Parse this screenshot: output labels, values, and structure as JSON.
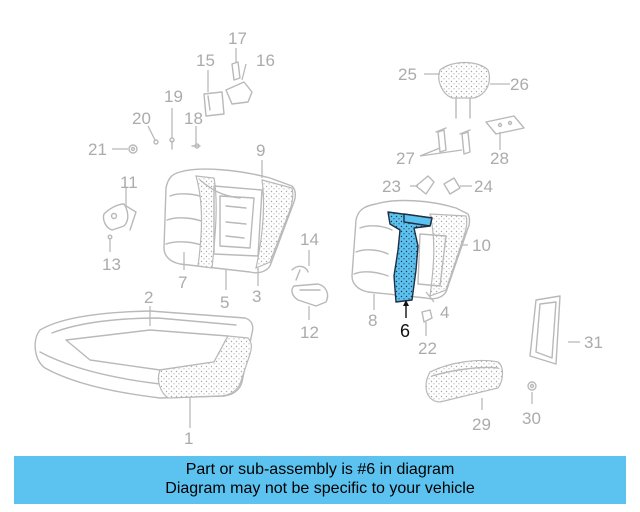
{
  "diagram": {
    "callouts": [
      "1",
      "2",
      "3",
      "4",
      "5",
      "6",
      "7",
      "8",
      "9",
      "10",
      "11",
      "12",
      "13",
      "14",
      "15",
      "16",
      "17",
      "18",
      "19",
      "20",
      "21",
      "22",
      "23",
      "24",
      "25",
      "26",
      "27",
      "28",
      "29",
      "30",
      "31"
    ],
    "highlighted_part": "6"
  },
  "banner": {
    "line1": "Part or sub-assembly is #6 in diagram",
    "line2": "Diagram may not be specific to your vehicle"
  },
  "colors": {
    "banner_background": "#5cc3f0",
    "highlight_fill": "#5cc3f0",
    "part_stroke": "#b9b9b9",
    "callout_text": "#ababab"
  }
}
